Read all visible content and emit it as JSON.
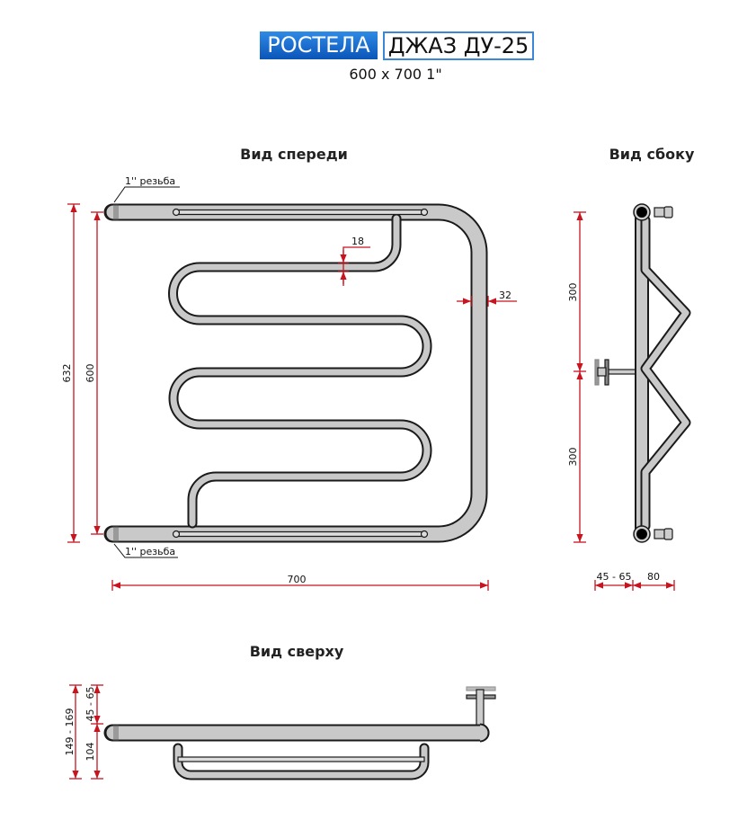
{
  "header": {
    "brand": "РОСТЕЛА",
    "model": "ДЖАЗ ДУ-25",
    "subtitle": "600 x 700 1\""
  },
  "views": {
    "front": "Вид спереди",
    "side": "Вид сбоку",
    "top": "Вид сверху"
  },
  "front_dims": {
    "thread_top": "1'' резьба",
    "thread_bottom": "1'' резьба",
    "overall_height": "632",
    "axis_height": "600",
    "width": "700",
    "small_pipe": "18",
    "main_pipe": "32"
  },
  "side_dims": {
    "upper": "300",
    "lower": "300",
    "wall_offset": "45 - 65",
    "depth": "80"
  },
  "top_dims": {
    "total": "149 - 169",
    "wall_offset": "45 - 65",
    "depth": "104"
  },
  "colors": {
    "brand_blue": "#0a55b8",
    "dimension_red": "#c8141e",
    "pipe_gray": "#c9c9c9"
  }
}
